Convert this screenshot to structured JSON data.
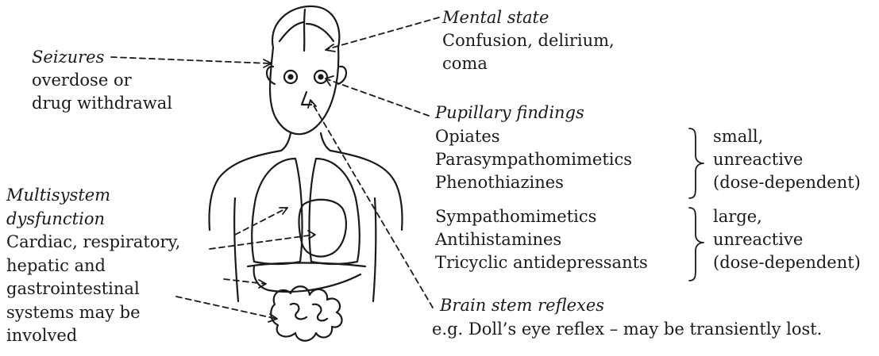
{
  "seizures": {
    "heading": "Seizures",
    "lines": [
      "overdose or",
      "drug withdrawal"
    ]
  },
  "mental_state": {
    "heading": "Mental state",
    "lines": [
      "Confusion, delirium,",
      "coma"
    ]
  },
  "pupillary": {
    "heading": "Pupillary findings",
    "group1": {
      "drugs": [
        "Opiates",
        "Parasympathomimetics",
        "Phenothiazines"
      ],
      "effect": [
        "small,",
        "unreactive",
        "(dose-dependent)"
      ]
    },
    "group2": {
      "drugs": [
        "Sympathomimetics",
        "Antihistamines",
        "Tricyclic antidepressants"
      ],
      "effect": [
        "large,",
        "unreactive",
        "(dose-dependent)"
      ]
    }
  },
  "multisystem": {
    "heading_lines": [
      "Multisystem",
      "dysfunction"
    ],
    "lines": [
      "Cardiac, respiratory,",
      "hepatic and",
      "gastrointestinal",
      "systems may be",
      "involved"
    ]
  },
  "brainstem": {
    "heading": "Brain stem reflexes",
    "text": "e.g. Doll’s eye reflex – may be transiently lost."
  }
}
